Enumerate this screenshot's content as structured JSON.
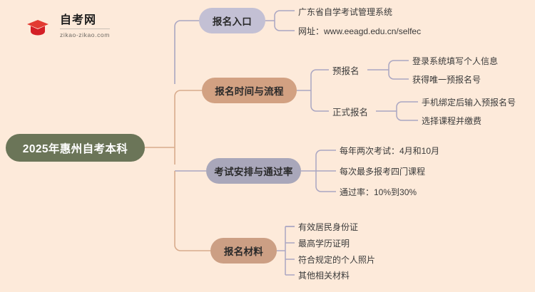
{
  "logo": {
    "name": "自考网",
    "domain": "zikao-zikao.com",
    "mark_icon": "graduation-cap-icon"
  },
  "colors": {
    "background": "#fdeada",
    "root": "#6b7558",
    "branch_1": "#c3c0d4",
    "branch_2": "#d2a182",
    "branch_3": "#a9a7ba",
    "branch_4": "#cc9f84",
    "wire_purple": "#aaa6c2",
    "wire_tan": "#d8ab8c",
    "text_dark": "#2a2a2a"
  },
  "mindmap": {
    "root": {
      "label": "2025年惠州自考本科"
    },
    "branches": [
      {
        "label": "报名入口",
        "color": "#c3c0d4",
        "children": [
          {
            "label": "广东省自学考试管理系统"
          },
          {
            "label": "网址：www.eeagd.edu.cn/selfec"
          }
        ]
      },
      {
        "label": "报名时间与流程",
        "color": "#d2a182",
        "children": [
          {
            "label": "预报名",
            "children": [
              {
                "label": "登录系统填写个人信息"
              },
              {
                "label": "获得唯一预报名号"
              }
            ]
          },
          {
            "label": "正式报名",
            "children": [
              {
                "label": "手机绑定后输入预报名号"
              },
              {
                "label": "选择课程并缴费"
              }
            ]
          }
        ]
      },
      {
        "label": "考试安排与通过率",
        "color": "#a9a7ba",
        "children": [
          {
            "label": "每年两次考试：4月和10月"
          },
          {
            "label": "每次最多报考四门课程"
          },
          {
            "label": "通过率：10%到30%"
          }
        ]
      },
      {
        "label": "报名材料",
        "color": "#cc9f84",
        "children": [
          {
            "label": "有效居民身份证"
          },
          {
            "label": "最高学历证明"
          },
          {
            "label": "符合规定的个人照片"
          },
          {
            "label": "其他相关材料"
          }
        ]
      }
    ]
  }
}
